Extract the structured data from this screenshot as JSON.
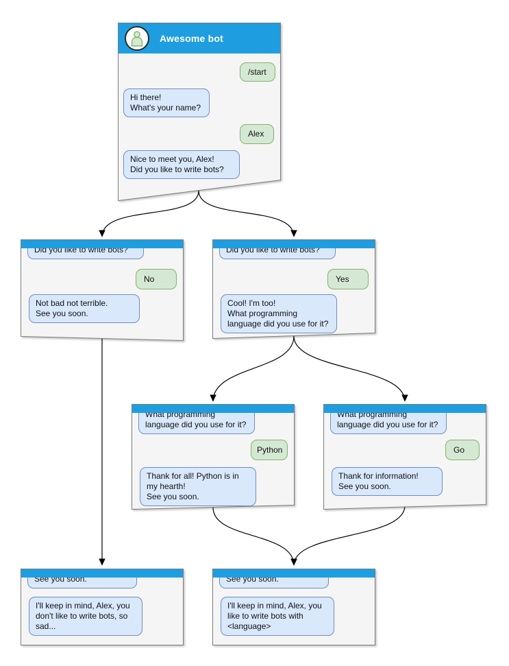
{
  "root_window": {
    "title": "Awesome bot",
    "messages": {
      "start": "/start",
      "greeting": "Hi there!\nWhat's your name?",
      "name_reply": "Alex",
      "ask_bots": "Nice to meet you, Alex!\nDid you like to write bots?"
    }
  },
  "no_branch": {
    "question": "Did you like to write bots?",
    "answer": "No",
    "response": "Not bad not terrible.\nSee you soon."
  },
  "yes_branch": {
    "question": "Did you like to write bots?",
    "answer": "Yes",
    "response": "Cool! I'm too!\nWhat programming\nlanguage did you use for it?"
  },
  "python_branch": {
    "question": "What programming\nlanguage did you use for it?",
    "answer": "Python",
    "response": "Thank for all! Python is in\nmy hearth!\nSee you soon."
  },
  "go_branch": {
    "question": "What programming\nlanguage did you use for it?",
    "answer": "Go",
    "response": "Thank for information!\nSee you soon."
  },
  "end_no": {
    "question": "See you soon.",
    "response": "I'll keep in mind, Alex, you\ndon't like to write bots, so\nsad..."
  },
  "end_yes": {
    "question": "See you soon.",
    "response": "I'll keep in mind, Alex, you\nlike to write bots with\n<language>"
  },
  "colors": {
    "header_blue": "#1e9ee0",
    "window_fill": "#f5f5f5",
    "window_border": "#7b7b7b",
    "bot_bubble_fill": "#dae8fc",
    "bot_bubble_border": "#6c8ebf",
    "user_bubble_fill": "#d5e8d4",
    "user_bubble_border": "#82b366",
    "edge": "#000000"
  }
}
